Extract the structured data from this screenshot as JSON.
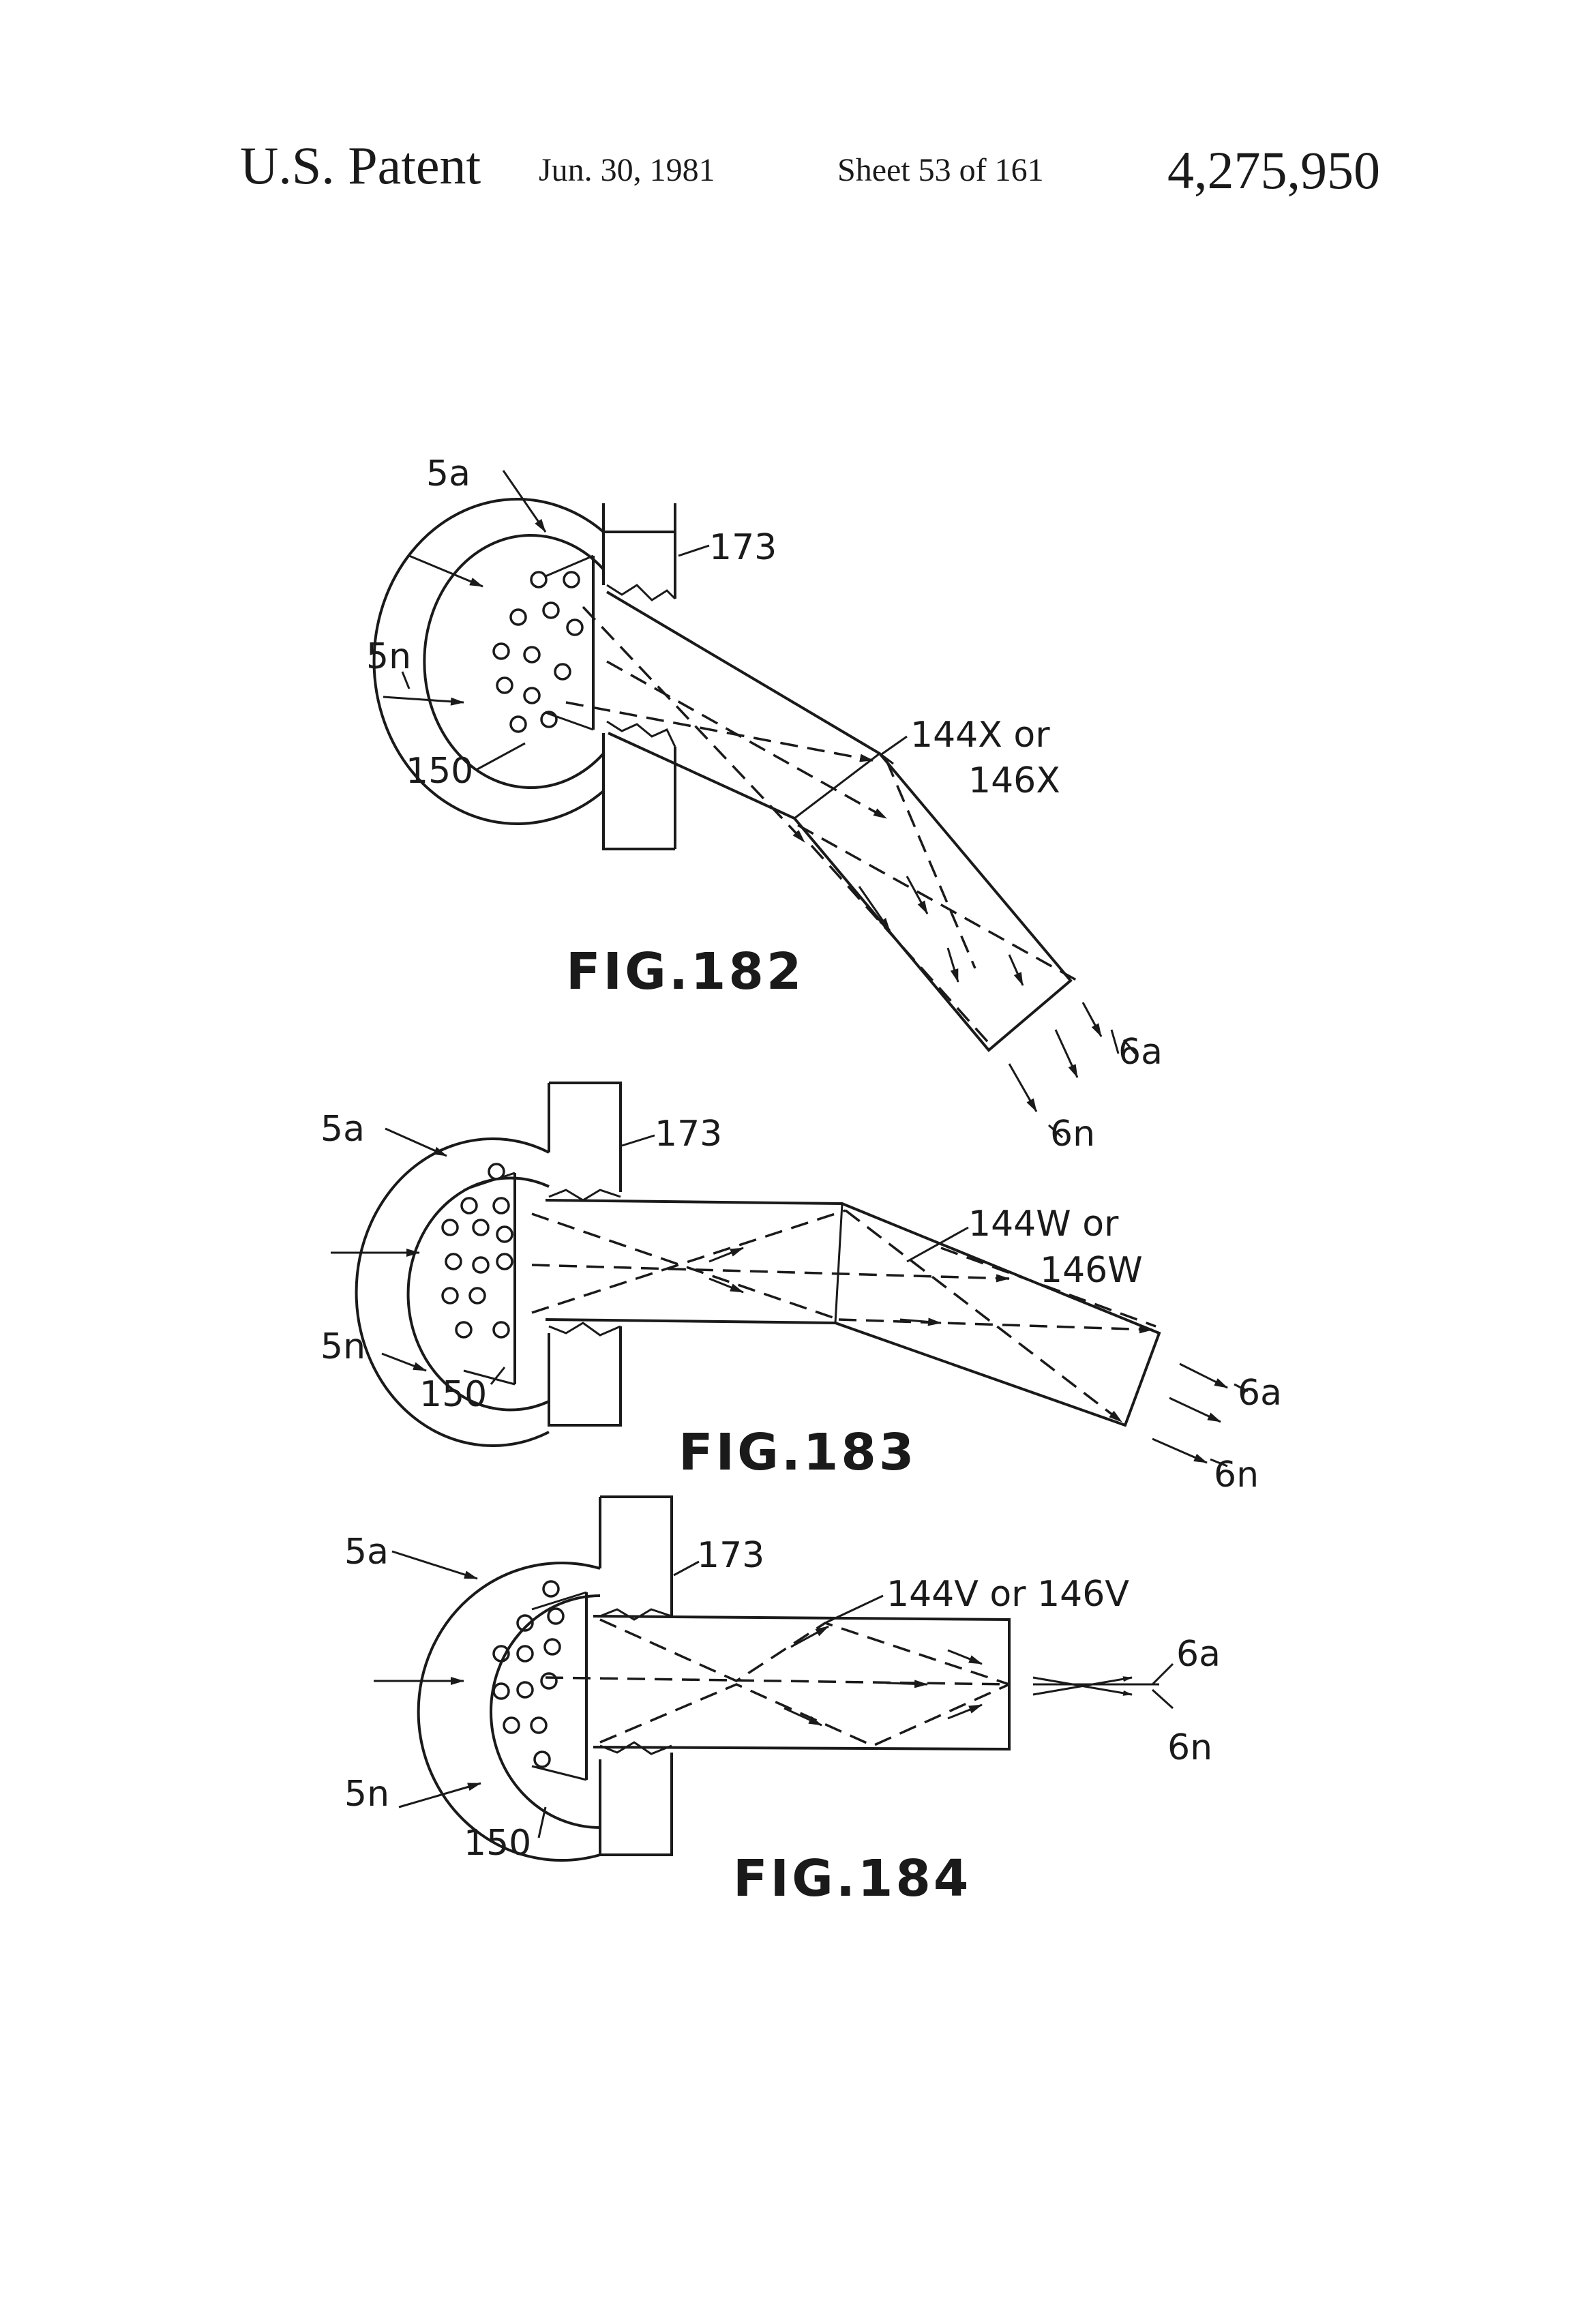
{
  "header": {
    "patent_label": "U.S. Patent",
    "date": "Jun. 30, 1981",
    "sheet": "Sheet 53 of 161",
    "patent_number": "4,275,950"
  },
  "figures": [
    {
      "id": "fig182",
      "caption": "FIG.182",
      "labels": {
        "in_a": "5a",
        "in_n": "5n",
        "housing": "173",
        "diffuser": "150",
        "guide_line1": "144X or",
        "guide_line2": "146X",
        "out_a": "6a",
        "out_n": "6n"
      }
    },
    {
      "id": "fig183",
      "caption": "FIG.183",
      "labels": {
        "in_a": "5a",
        "in_n": "5n",
        "housing": "173",
        "diffuser": "150",
        "guide_line1": "144W or",
        "guide_line2": "146W",
        "out_a": "6a",
        "out_n": "6n"
      }
    },
    {
      "id": "fig184",
      "caption": "FIG.184",
      "labels": {
        "in_a": "5a",
        "in_n": "5n",
        "housing": "173",
        "diffuser": "150",
        "guide_line1": "144V or 146V",
        "out_a": "6a",
        "out_n": "6n"
      }
    }
  ]
}
